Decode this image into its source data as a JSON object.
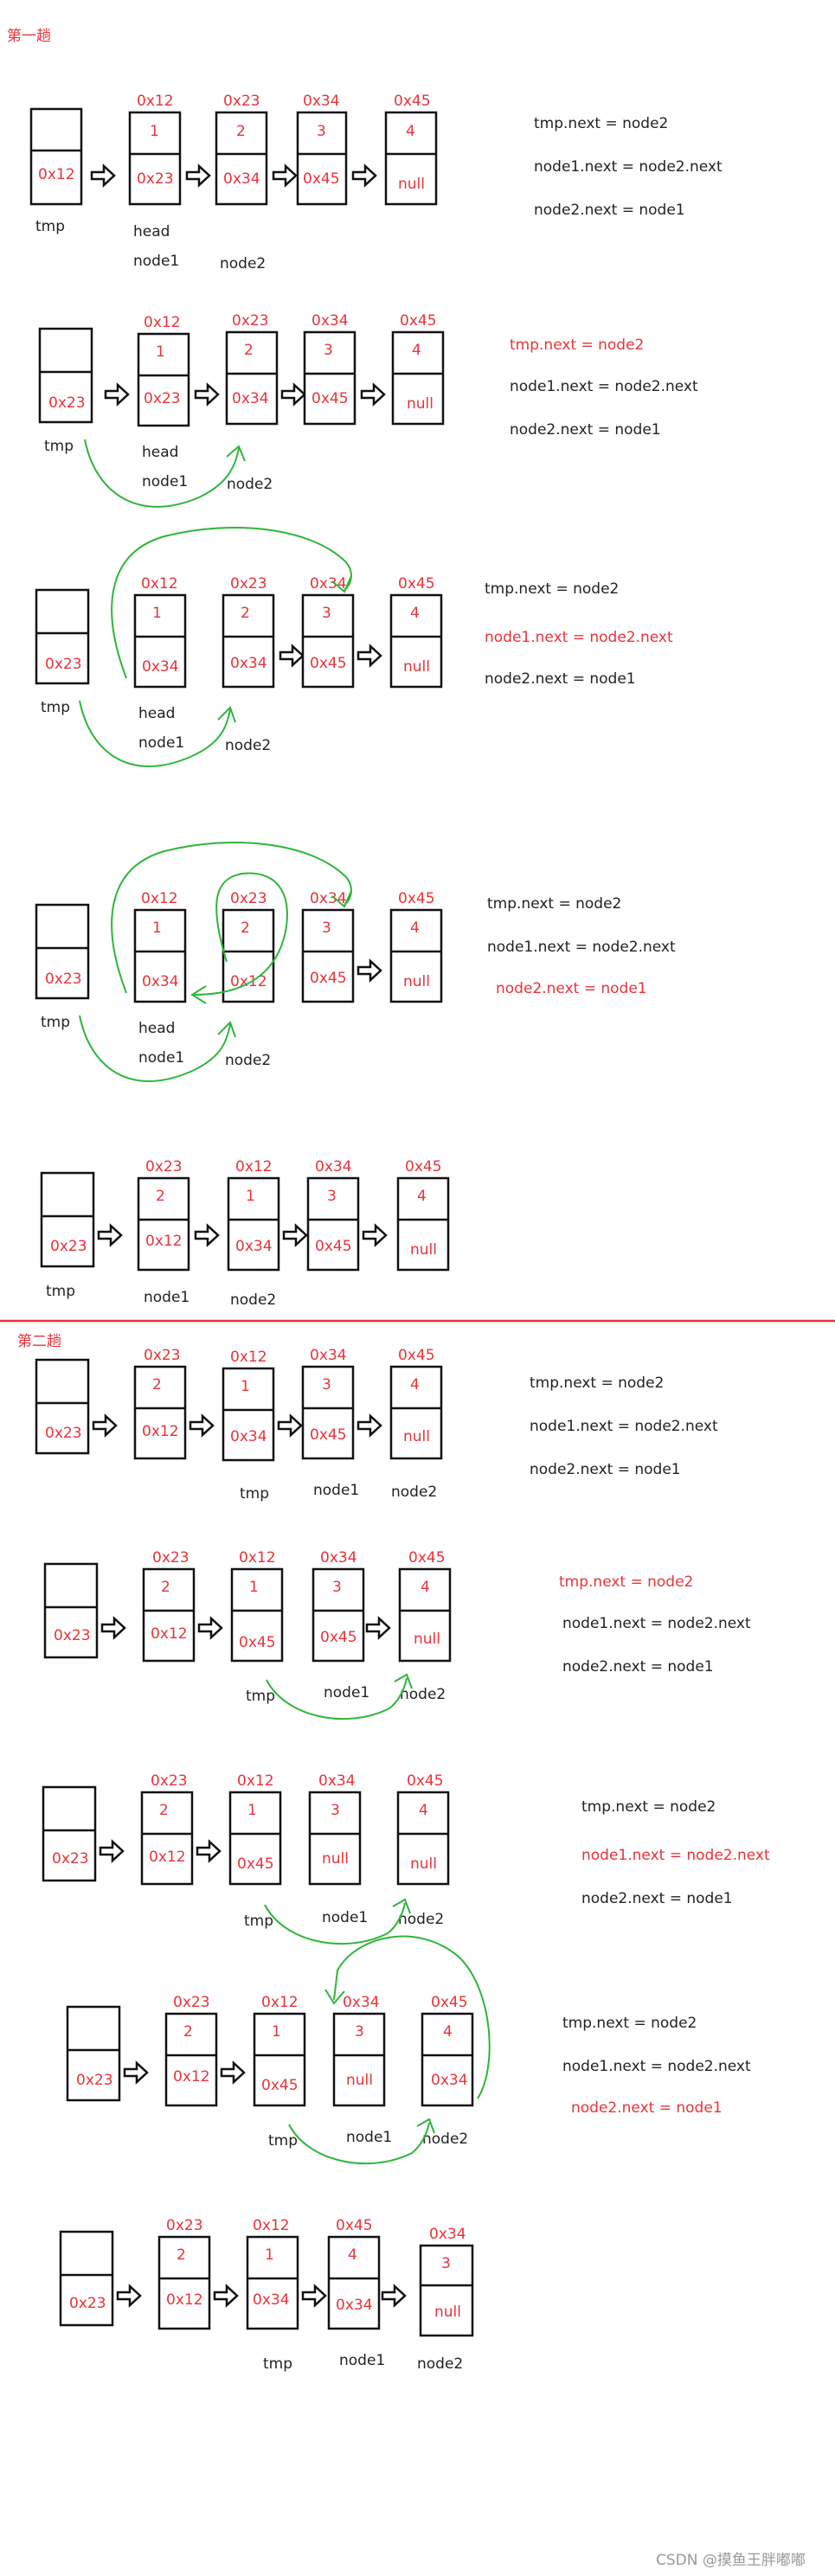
{
  "sections": [
    {
      "title": "第一趟"
    },
    {
      "title": "第二趟"
    }
  ],
  "steps": [
    {
      "tmp": {
        "value": "0x12",
        "label": "tmp"
      },
      "nodes": [
        {
          "addr": "0x12",
          "val": "1",
          "next": "0x23"
        },
        {
          "addr": "0x23",
          "val": "2",
          "next": "0x34"
        },
        {
          "addr": "0x34",
          "val": "3",
          "next": "0x45"
        },
        {
          "addr": "0x45",
          "val": "4",
          "next": "null"
        }
      ],
      "labels": [
        "head",
        "node1",
        "node2"
      ],
      "code": [
        "tmp.next = node2",
        "node1.next = node2.next",
        "node2.next = node1"
      ],
      "highlight": -1
    },
    {
      "tmp": {
        "value": "0x23",
        "label": "tmp"
      },
      "nodes": [
        {
          "addr": "0x12",
          "val": "1",
          "next": "0x23"
        },
        {
          "addr": "0x23",
          "val": "2",
          "next": "0x34"
        },
        {
          "addr": "0x34",
          "val": "3",
          "next": "0x45"
        },
        {
          "addr": "0x45",
          "val": "4",
          "next": "null"
        }
      ],
      "labels": [
        "head",
        "node1",
        "node2"
      ],
      "code": [
        "tmp.next = node2",
        "node1.next = node2.next",
        "node2.next = node1"
      ],
      "highlight": 0
    },
    {
      "tmp": {
        "value": "0x23",
        "label": "tmp"
      },
      "nodes": [
        {
          "addr": "0x12",
          "val": "1",
          "next": "0x34"
        },
        {
          "addr": "0x23",
          "val": "2",
          "next": "0x34"
        },
        {
          "addr": "0x34",
          "val": "3",
          "next": "0x45"
        },
        {
          "addr": "0x45",
          "val": "4",
          "next": "null"
        }
      ],
      "labels": [
        "head",
        "node1",
        "node2"
      ],
      "code": [
        "tmp.next = node2",
        "node1.next = node2.next",
        "node2.next = node1"
      ],
      "highlight": 1
    },
    {
      "tmp": {
        "value": "0x23",
        "label": "tmp"
      },
      "nodes": [
        {
          "addr": "0x12",
          "val": "1",
          "next": "0x34"
        },
        {
          "addr": "0x23",
          "val": "2",
          "next": "0x12"
        },
        {
          "addr": "0x34",
          "val": "3",
          "next": "0x45"
        },
        {
          "addr": "0x45",
          "val": "4",
          "next": "null"
        }
      ],
      "labels": [
        "head",
        "node1",
        "node2"
      ],
      "code": [
        "tmp.next = node2",
        "node1.next = node2.next",
        "node2.next = node1"
      ],
      "highlight": 2
    },
    {
      "tmp": {
        "value": "0x23",
        "label": "tmp"
      },
      "nodes": [
        {
          "addr": "0x23",
          "val": "2",
          "next": "0x12"
        },
        {
          "addr": "0x12",
          "val": "1",
          "next": "0x34"
        },
        {
          "addr": "0x34",
          "val": "3",
          "next": "0x45"
        },
        {
          "addr": "0x45",
          "val": "4",
          "next": "null"
        }
      ],
      "labels": [
        "node1",
        "node2"
      ],
      "code": [],
      "highlight": -1
    },
    {
      "tmp": {
        "value": "0x23",
        "label": ""
      },
      "nodes": [
        {
          "addr": "0x23",
          "val": "2",
          "next": "0x12"
        },
        {
          "addr": "0x12",
          "val": "1",
          "next": "0x34"
        },
        {
          "addr": "0x34",
          "val": "3",
          "next": "0x45"
        },
        {
          "addr": "0x45",
          "val": "4",
          "next": "null"
        }
      ],
      "labels": [
        "tmp",
        "node1",
        "node2"
      ],
      "code": [
        "tmp.next = node2",
        "node1.next = node2.next",
        "node2.next = node1"
      ],
      "highlight": -1
    },
    {
      "tmp": {
        "value": "0x23",
        "label": ""
      },
      "nodes": [
        {
          "addr": "0x23",
          "val": "2",
          "next": "0x12"
        },
        {
          "addr": "0x12",
          "val": "1",
          "next": "0x45"
        },
        {
          "addr": "0x34",
          "val": "3",
          "next": "0x45"
        },
        {
          "addr": "0x45",
          "val": "4",
          "next": "null"
        }
      ],
      "labels": [
        "tmp",
        "node1",
        "node2"
      ],
      "code": [
        "tmp.next = node2",
        "node1.next = node2.next",
        "node2.next = node1"
      ],
      "highlight": 0
    },
    {
      "tmp": {
        "value": "0x23",
        "label": ""
      },
      "nodes": [
        {
          "addr": "0x23",
          "val": "2",
          "next": "0x12"
        },
        {
          "addr": "0x12",
          "val": "1",
          "next": "0x45"
        },
        {
          "addr": "0x34",
          "val": "3",
          "next": "null"
        },
        {
          "addr": "0x45",
          "val": "4",
          "next": "null"
        }
      ],
      "labels": [
        "tmp",
        "node1",
        "node2"
      ],
      "code": [
        "tmp.next = node2",
        "node1.next = node2.next",
        "node2.next = node1"
      ],
      "highlight": 1
    },
    {
      "tmp": {
        "value": "0x23",
        "label": ""
      },
      "nodes": [
        {
          "addr": "0x23",
          "val": "2",
          "next": "0x12"
        },
        {
          "addr": "0x12",
          "val": "1",
          "next": "0x45"
        },
        {
          "addr": "0x34",
          "val": "3",
          "next": "null"
        },
        {
          "addr": "0x45",
          "val": "4",
          "next": "0x34"
        }
      ],
      "labels": [
        "tmp",
        "node1",
        "node2"
      ],
      "code": [
        "tmp.next = node2",
        "node1.next = node2.next",
        "node2.next = node1"
      ],
      "highlight": 2
    },
    {
      "tmp": {
        "value": "0x23",
        "label": ""
      },
      "nodes": [
        {
          "addr": "0x23",
          "val": "2",
          "next": "0x12"
        },
        {
          "addr": "0x12",
          "val": "1",
          "next": "0x34"
        },
        {
          "addr": "0x45",
          "val": "4",
          "next": "0x34"
        },
        {
          "addr": "0x34",
          "val": "3",
          "next": "null"
        }
      ],
      "labels": [
        "tmp",
        "node1",
        "node2"
      ],
      "code": [],
      "highlight": -1
    }
  ],
  "watermark": "CSDN @摸鱼王胖嘟嘟",
  "colors": {
    "accent": "#e8333a",
    "ink": "#111111",
    "curve": "#2fb53a"
  }
}
